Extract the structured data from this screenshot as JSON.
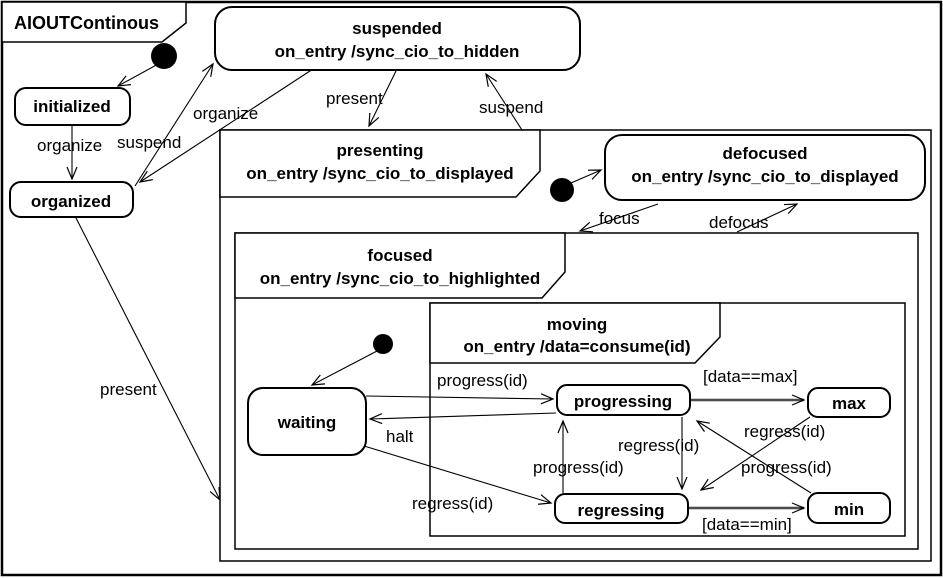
{
  "title": "AIOUTContinous",
  "states": {
    "suspended": {
      "name": "suspended",
      "entry": "on_entry /sync_cio_to_hidden"
    },
    "initialized": {
      "name": "initialized"
    },
    "organized": {
      "name": "organized"
    },
    "presenting": {
      "name": "presenting",
      "entry": "on_entry /sync_cio_to_displayed"
    },
    "defocused": {
      "name": "defocused",
      "entry": "on_entry /sync_cio_to_displayed"
    },
    "focused": {
      "name": "focused",
      "entry": "on_entry /sync_cio_to_highlighted"
    },
    "moving": {
      "name": "moving",
      "entry": "on_entry /data=consume(id)"
    },
    "waiting": {
      "name": "waiting"
    },
    "progressing": {
      "name": "progressing"
    },
    "regressing": {
      "name": "regressing"
    },
    "max": {
      "name": "max"
    },
    "min": {
      "name": "min"
    }
  },
  "transitions": {
    "initialized_to_organized": "organize",
    "organized_to_suspended": "suspend",
    "suspended_to_organized": "organize",
    "suspended_to_presenting": "present",
    "presenting_to_suspended": "suspend",
    "organized_to_presenting": "present",
    "defocused_to_focused": "focus",
    "focused_to_defocused": "defocus",
    "waiting_to_progressing": "progress(id)",
    "progressing_to_waiting": "halt",
    "waiting_to_regressing": "regress(id)",
    "progressing_to_max_guard": "[data==max]",
    "max_to_regressing": "regress(id)",
    "min_to_progressing": "progress(id)",
    "progressing_to_regressing": "regress(id)",
    "regressing_to_progressing": "progress(id)",
    "regressing_to_min_guard": "[data==min]"
  },
  "colors": {
    "line": "#000000",
    "background": "#ffffff",
    "state_fill": "#ffffff"
  }
}
